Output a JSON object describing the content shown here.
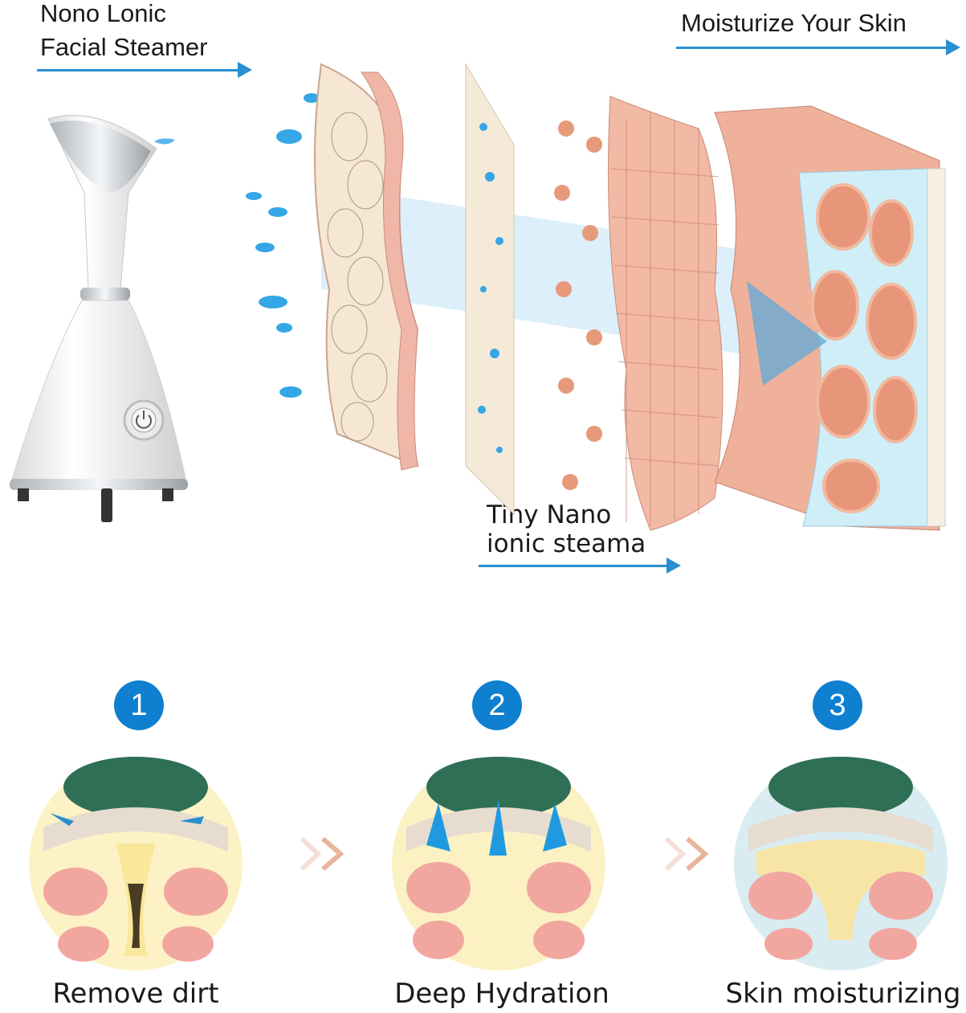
{
  "header": {
    "device_title_line1": "Nono Lonic",
    "device_title_line2": "Facial Steamer",
    "moisturize_label": "Moisturize Your Skin",
    "nano_line1": "Tiny Nano",
    "nano_line2": "ionic steama"
  },
  "steps": [
    {
      "number": "1",
      "label": "Remove dirt"
    },
    {
      "number": "2",
      "label": "Deep Hydration"
    },
    {
      "number": "3",
      "label": "Skin moisturizing"
    }
  ],
  "colors": {
    "accent_blue": "#2a8fd0",
    "badge_blue": "#0f7fcf",
    "skin_pink": "#f2b9a4",
    "droplet_blue": "#35a6e6"
  },
  "icons": [
    "power-icon",
    "chevron-right-icon"
  ]
}
